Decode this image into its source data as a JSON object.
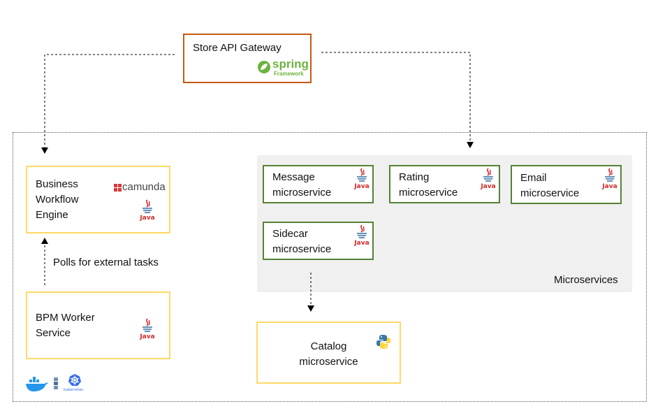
{
  "gateway": {
    "title": "Store API Gateway",
    "spring_logo_word": "spring",
    "spring_logo_sub": "Framework"
  },
  "workflow": {
    "label": "Business\nWorkflow\nEngine",
    "camunda_logo": "camunda"
  },
  "poll_label": "Polls for external tasks",
  "bpm_worker": {
    "label": "BPM Worker\nService"
  },
  "microservices_group": {
    "label": "Microservices",
    "services": [
      {
        "label": "Message\nmicroservice"
      },
      {
        "label": "Rating\nmicroservice"
      },
      {
        "label": "Email\nmicroservice"
      },
      {
        "label": "Sidecar\nmicroservice"
      }
    ]
  },
  "catalog": {
    "label": "Catalog\nmicroservice"
  },
  "java_label": "Java",
  "kubernetes_label": "kubernetes",
  "colors": {
    "gateway_border": "#c55a11",
    "yellow_border": "#ffd966",
    "green_border": "#548235",
    "spring_green": "#6db33f",
    "java_red": "#d62828",
    "java_blue": "#2f6f9f",
    "camunda_red": "#d9383a",
    "docker_blue": "#2496ed",
    "kubernetes_blue": "#326ce5",
    "python_blue": "#3776ab",
    "python_yellow": "#ffd43b"
  }
}
